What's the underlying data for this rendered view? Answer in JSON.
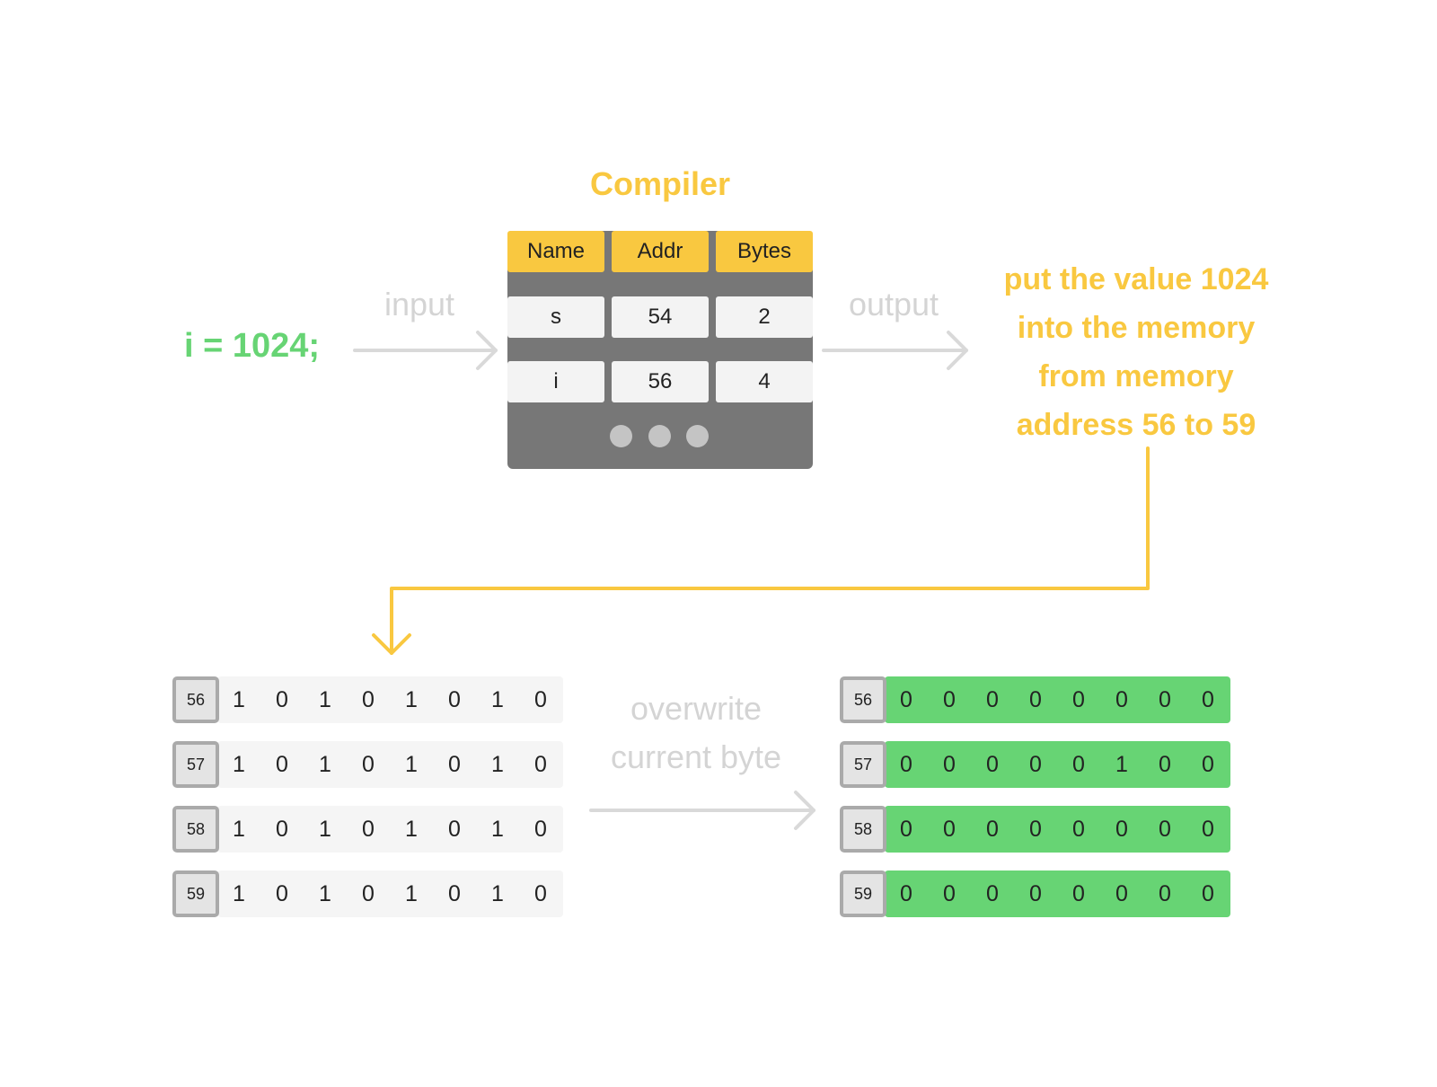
{
  "title": "Compiler",
  "code": "i = 1024;",
  "input_label": "input",
  "output_label": "output",
  "output_text": [
    "put the value 1024",
    "into the memory",
    "from memory",
    "address 56 to 59"
  ],
  "table": {
    "headers": [
      "Name",
      "Addr",
      "Bytes"
    ],
    "rows": [
      [
        "s",
        "54",
        "2"
      ],
      [
        "i",
        "56",
        "4"
      ]
    ]
  },
  "overwrite_label": [
    "overwrite",
    "current byte"
  ],
  "memory_before": [
    {
      "addr": "56",
      "bits": [
        "1",
        "0",
        "1",
        "0",
        "1",
        "0",
        "1",
        "0"
      ]
    },
    {
      "addr": "57",
      "bits": [
        "1",
        "0",
        "1",
        "0",
        "1",
        "0",
        "1",
        "0"
      ]
    },
    {
      "addr": "58",
      "bits": [
        "1",
        "0",
        "1",
        "0",
        "1",
        "0",
        "1",
        "0"
      ]
    },
    {
      "addr": "59",
      "bits": [
        "1",
        "0",
        "1",
        "0",
        "1",
        "0",
        "1",
        "0"
      ]
    }
  ],
  "memory_after": [
    {
      "addr": "56",
      "bits": [
        "0",
        "0",
        "0",
        "0",
        "0",
        "0",
        "0",
        "0"
      ]
    },
    {
      "addr": "57",
      "bits": [
        "0",
        "0",
        "0",
        "0",
        "0",
        "1",
        "0",
        "0"
      ]
    },
    {
      "addr": "58",
      "bits": [
        "0",
        "0",
        "0",
        "0",
        "0",
        "0",
        "0",
        "0"
      ]
    },
    {
      "addr": "59",
      "bits": [
        "0",
        "0",
        "0",
        "0",
        "0",
        "0",
        "0",
        "0"
      ]
    }
  ],
  "colors": {
    "yellow": "#f9c840",
    "green": "#67d474",
    "arrow_gray": "#d9d9d9",
    "table_bg": "#777777"
  }
}
